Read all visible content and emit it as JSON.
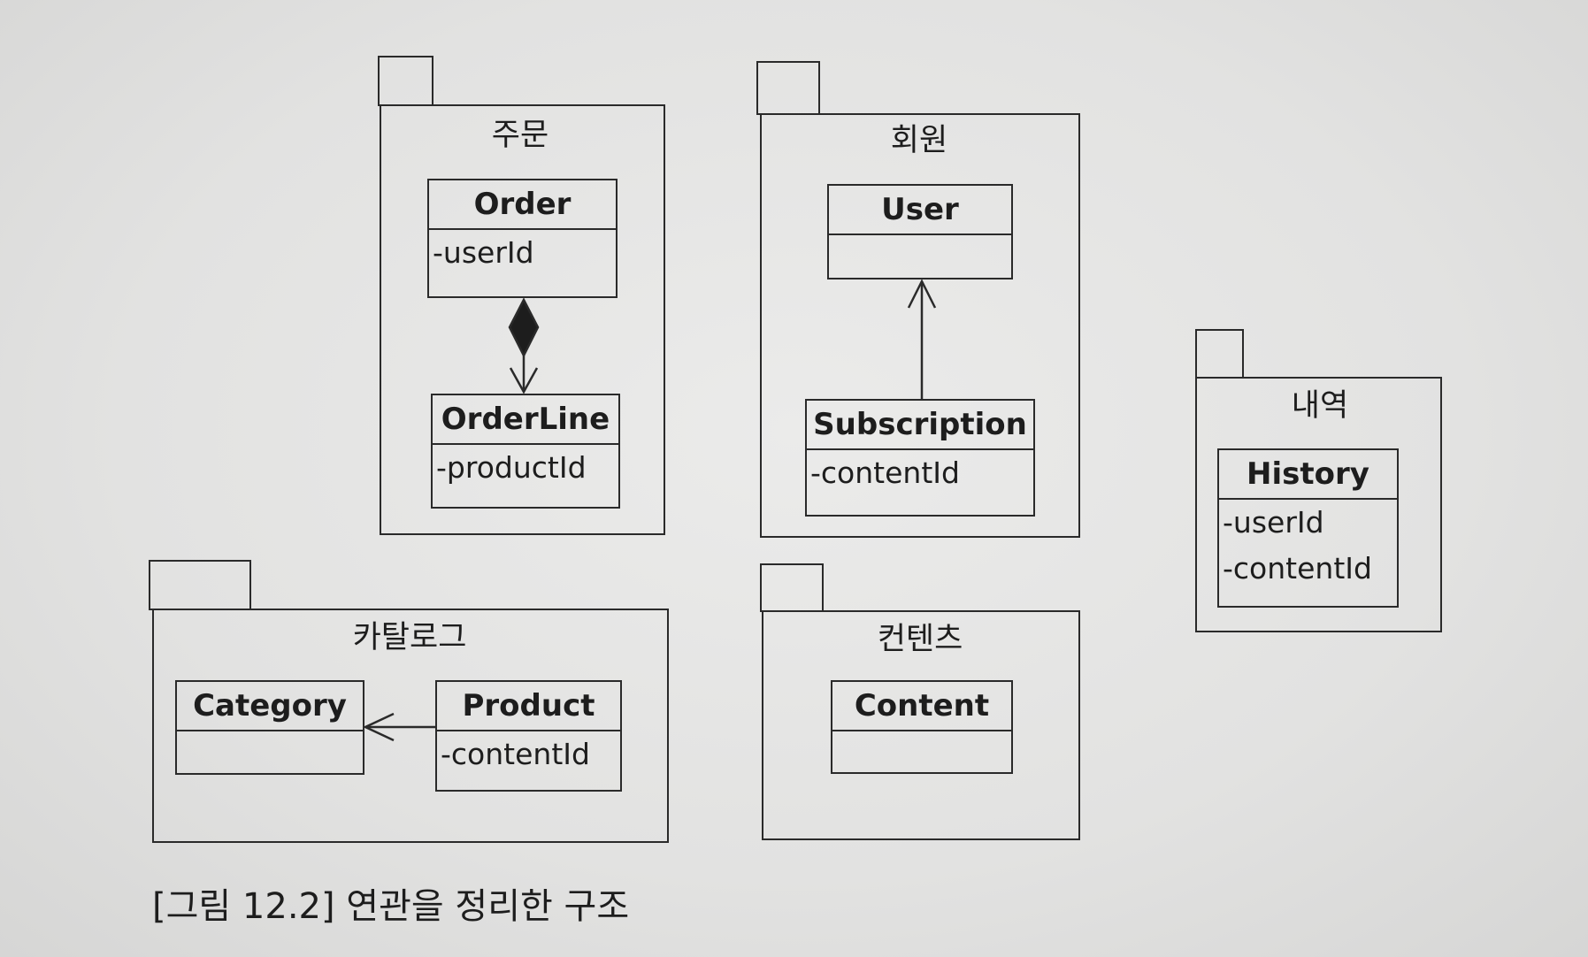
{
  "packages": {
    "order": {
      "title": "주문"
    },
    "member": {
      "title": "회원"
    },
    "history": {
      "title": "내역"
    },
    "catalog": {
      "title": "카탈로그"
    },
    "content": {
      "title": "컨텐츠"
    }
  },
  "classes": {
    "order": {
      "name": "Order",
      "attrs": [
        "-userId"
      ]
    },
    "orderline": {
      "name": "OrderLine",
      "attrs": [
        "-productId"
      ]
    },
    "user": {
      "name": "User",
      "attrs": []
    },
    "subscription": {
      "name": "Subscription",
      "attrs": [
        "-contentId"
      ]
    },
    "history": {
      "name": "History",
      "attrs": [
        "-userId",
        "-contentId"
      ]
    },
    "category": {
      "name": "Category",
      "attrs": []
    },
    "product": {
      "name": "Product",
      "attrs": [
        "-contentId"
      ]
    },
    "content": {
      "name": "Content",
      "attrs": []
    }
  },
  "caption": "[그림 12.2] 연관을 정리한 구조"
}
